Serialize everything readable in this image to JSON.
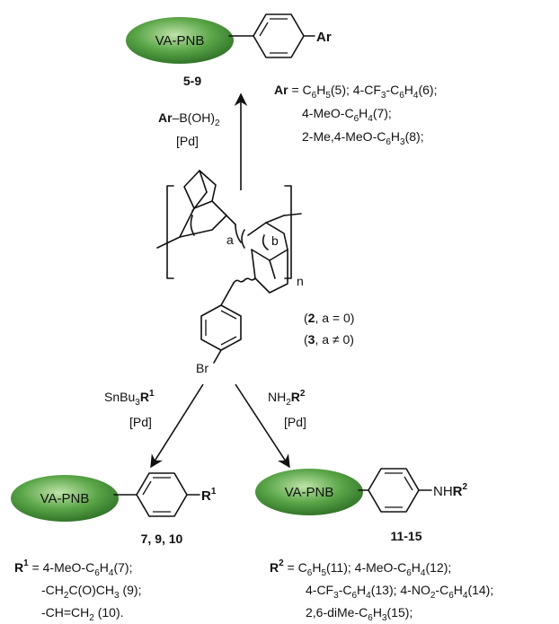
{
  "colors": {
    "blob_light": "#bfe3a8",
    "blob_mid": "#59a547",
    "blob_dark": "#2e6f26",
    "ink": "#111111"
  },
  "blob_label": "VA-PNB",
  "top_product": {
    "substituent": "Ar",
    "compound_range": "5-9",
    "reagent_1": "–B(OH)",
    "reagent_1_sub": "2",
    "catalyst": "[Pd]",
    "list_line1_a": " = C",
    "list_line1_b": "H",
    "list_line1_c": "(5); 4-CF",
    "list_line1_d": "-C",
    "list_line1_e": "H",
    "list_line1_f": "(6);",
    "list_line2_a": "4-MeO-C",
    "list_line2_b": "H",
    "list_line2_c": "(7);",
    "list_line3_a": "2-Me,4-MeO-C",
    "list_line3_b": "H",
    "list_line3_c": "(8);"
  },
  "polymer": {
    "label_a": "a",
    "label_b": "b",
    "label_n": "n",
    "bromo": "Br",
    "id2_a": "(",
    "id2_b": "2",
    "id2_c": ", a = 0)",
    "id3_a": "(",
    "id3_b": "3",
    "id3_c": ", a ≠ 0)"
  },
  "left_route": {
    "reagent_a": "SnBu",
    "reagent_sub": "3",
    "reagent_r": "R",
    "reagent_sup": "1",
    "catalyst": "[Pd]",
    "substituent": "R",
    "substituent_sup": "1",
    "compounds": "7, 9, 10",
    "list_line1_a": " = 4-MeO-C",
    "list_line1_b": "H",
    "list_line1_c": "(7);",
    "list_line2_a": "-CH",
    "list_line2_b": "C(O)CH",
    "list_line2_c": " (9);",
    "list_line3_a": "-CH=CH",
    "list_line3_b": " (10)."
  },
  "right_route": {
    "reagent_a": "NH",
    "reagent_sub": "2",
    "reagent_r": "R",
    "reagent_sup": "2",
    "catalyst": "[Pd]",
    "substituent": "NHR",
    "substituent_sup": "2",
    "compound_range": "11-15",
    "list_line1_a": " = C",
    "list_line1_b": "H",
    "list_line1_c": "(11); 4-MeO-C",
    "list_line1_d": "H",
    "list_line1_e": "(12);",
    "list_line2_a": "4-CF",
    "list_line2_b": "-C",
    "list_line2_c": "H",
    "list_line2_d": "(13); 4-NO",
    "list_line2_e": "-C",
    "list_line2_f": "H",
    "list_line2_g": "(14);",
    "list_line3_a": "2,6-diMe-C",
    "list_line3_b": "H",
    "list_line3_c": "(15);"
  }
}
